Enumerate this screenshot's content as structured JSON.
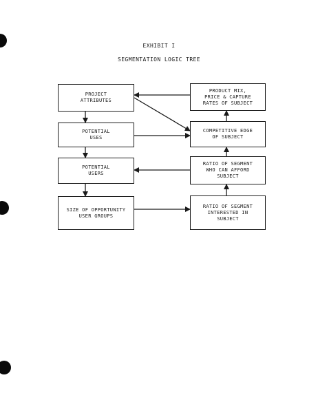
{
  "exhibit": {
    "title": "EXHIBIT I",
    "subtitle": "SEGMENTATION LOGIC TREE"
  },
  "diagram": {
    "left_boxes": [
      {
        "id": "project-attributes",
        "lines": [
          "PROJECT",
          "ATTRIBUTES"
        ]
      },
      {
        "id": "potential-uses",
        "lines": [
          "POTENTIAL",
          "USES"
        ]
      },
      {
        "id": "potential-users",
        "lines": [
          "POTENTIAL",
          "USERS"
        ]
      },
      {
        "id": "size-of-opportunity-user-groups",
        "lines": [
          "SIZE OF OPPORTUNITY",
          "USER GROUPS"
        ]
      }
    ],
    "right_boxes": [
      {
        "id": "product-mix",
        "lines": [
          "PRODUCT MIX,",
          "PRICE & CAPTURE",
          "RATES OF SUBJECT"
        ]
      },
      {
        "id": "competitive-edge",
        "lines": [
          "COMPETITIVE EDGE",
          "OF SUBJECT"
        ]
      },
      {
        "id": "ratio-who-can-afford",
        "lines": [
          "RATIO OF SEGMENT",
          "WHO CAN AFFORD",
          "SUBJECT"
        ]
      },
      {
        "id": "ratio-interested",
        "lines": [
          "RATIO OF SEGMENT",
          "INTERESTED IN",
          "SUBJECT"
        ]
      }
    ],
    "connections": [
      {
        "from": "project-attributes",
        "to": "potential-uses"
      },
      {
        "from": "potential-uses",
        "to": "potential-users"
      },
      {
        "from": "potential-users",
        "to": "size-of-opportunity-user-groups"
      },
      {
        "from": "size-of-opportunity-user-groups",
        "to": "ratio-interested"
      },
      {
        "from": "ratio-interested",
        "to": "ratio-who-can-afford"
      },
      {
        "from": "ratio-who-can-afford",
        "to": "potential-users"
      },
      {
        "from": "ratio-who-can-afford",
        "to": "competitive-edge"
      },
      {
        "from": "potential-uses",
        "to": "competitive-edge"
      },
      {
        "from": "project-attributes",
        "to": "competitive-edge"
      },
      {
        "from": "competitive-edge",
        "to": "product-mix"
      },
      {
        "from": "product-mix",
        "to": "project-attributes"
      }
    ]
  }
}
